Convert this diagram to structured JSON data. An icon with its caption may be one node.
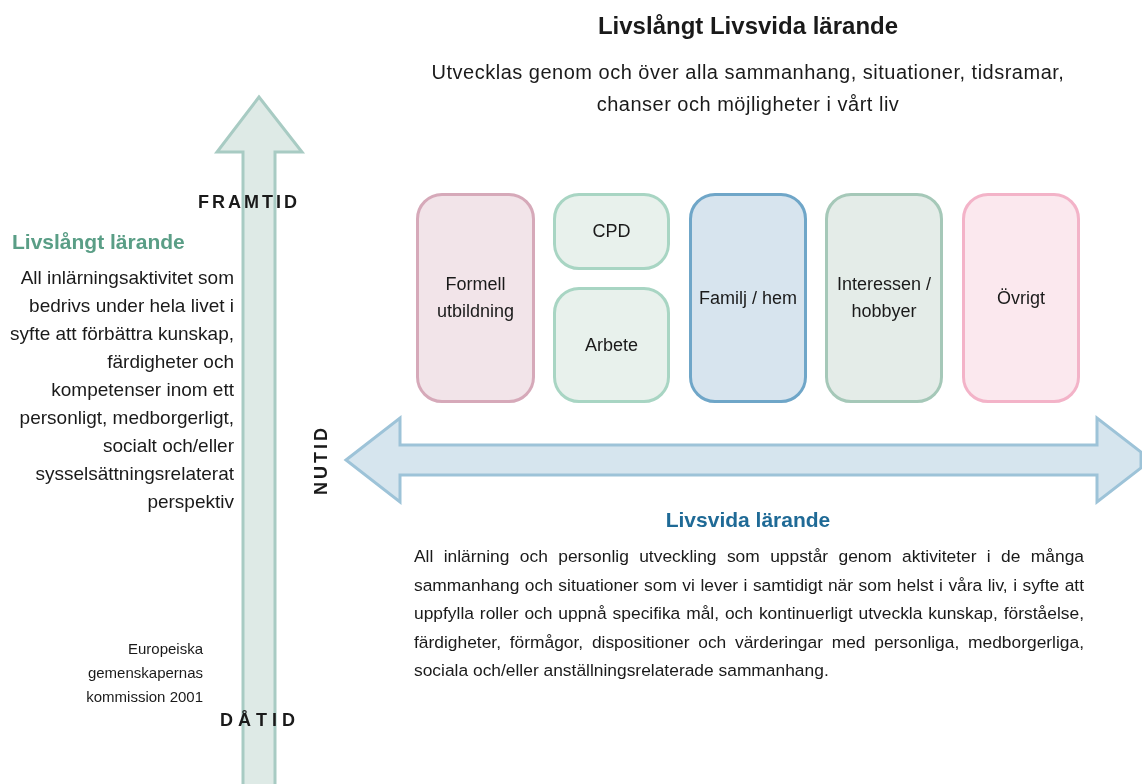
{
  "diagram": {
    "title": "Livslångt Livsvida lärande",
    "nodes": [
      {
        "text": [
          "Formell utbildning"
        ]
      },
      {
        "text": [
          "CPD"
        ]
      },
      {
        "text": [
          "Arbete"
        ]
      },
      {
        "text": [
          "Familj / hem"
        ]
      },
      {
        "text": [
          "Interessen / hobbyer"
        ]
      },
      {
        "text": [
          "Övrigt"
        ]
      }
    ],
    "labels": [
      "Utvecklas genom och över alla sammanhang, situationer, tidsramar, chanser och möjligheter i vårt liv",
      "FRAMTID",
      "Livslångt lärande",
      "All inlärningsaktivitet som bedrivs under hela livet i syfte att förbättra kunskap, färdigheter och kompetenser inom ett personligt, medborgerligt, socialt och/eller sysselsättningsrelaterat perspektiv",
      "NUTID",
      "Livsvida lärande",
      "Europeiska gemenskapernas kommission 2001",
      "All inlärning och personlig utveckling som uppstår genom aktiviteter i de många sammanhang och situationer som vi lever i samtidigt när som helst i våra liv, i syfte att uppfylla roller och uppnå specifika mål, och kontinuerligt utveckla kunskap, förståelse, färdigheter, förmågor, dispositioner och värderingar med personliga, medborgerliga, sociala och/eller anställningsrelaterade sammanhang.",
      "DÅTID"
    ]
  }
}
